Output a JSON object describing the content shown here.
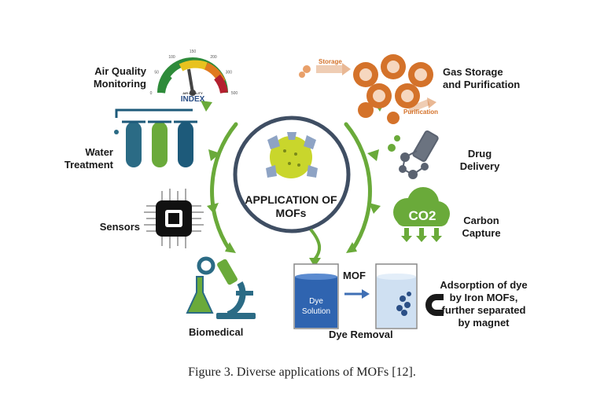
{
  "center": {
    "line1": "APPLICATION OF",
    "line2": "MOFs"
  },
  "left": {
    "air_quality": {
      "line1": "Air Quality",
      "line2": "Monitoring"
    },
    "water": {
      "line1": "Water",
      "line2": "Treatment"
    },
    "sensors": "Sensors",
    "biomedical": "Biomedical"
  },
  "right": {
    "gas": {
      "line1": "Gas Storage",
      "line2": "and Purification"
    },
    "drug": {
      "line1": "Drug",
      "line2": "Delivery"
    },
    "carbon": {
      "line1": "Carbon",
      "line2": "Capture"
    },
    "adsorption": {
      "line1": "Adsorption of dye",
      "line2": "by Iron MOFs,",
      "line3": "further separated",
      "line4": "by magnet"
    }
  },
  "gauge": {
    "title": "AIR QUALITY",
    "index": "INDEX",
    "ticks": [
      "0",
      "50",
      "100",
      "150",
      "200",
      "300",
      "500"
    ]
  },
  "gas_icon": {
    "storage": "Storage",
    "purification": "Purification"
  },
  "co2": "CO2",
  "dye": {
    "mof": "MOF",
    "solution_line1": "Dye",
    "solution_line2": "Solution",
    "removal": "Dye Removal"
  },
  "caption": "Figure 3. Diverse applications of MOFs [12].",
  "colors": {
    "green": "#6aaa3a",
    "ring": "#3f4e63",
    "orange": "#d4722a",
    "teal": "#2b6b85",
    "blue": "#3f6fb4"
  }
}
